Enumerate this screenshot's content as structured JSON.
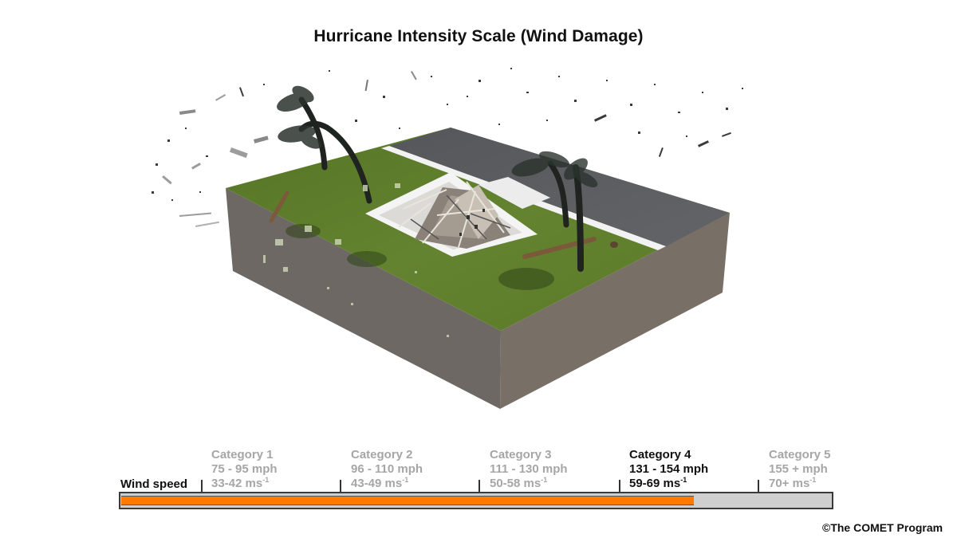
{
  "title": "Hurricane Intensity Scale (Wind Damage)",
  "scene": {
    "description": "3D block of land with grass lot, sidewalk, road, destroyed house, bent palm trees and flying debris",
    "colors": {
      "grass": "#5f7d2a",
      "grass_dark": "#4d6a22",
      "road": "#5a5c60",
      "sidewalk": "#f0f0f0",
      "soil_left": "#6e6965",
      "soil_right": "#7a7168",
      "trunk": "#1f2420",
      "fronds": "#2b332e",
      "log": "#7a5a3a"
    }
  },
  "scale": {
    "wind_label": "Wind speed",
    "progress_percent": 80.5,
    "accent_color": "#ff7a00",
    "track_color": "#cfcfcf",
    "categories": [
      {
        "name": "Category 1",
        "mph": "75 - 95 mph",
        "ms": "33-42 ms",
        "ms_exp": "-1",
        "active": false
      },
      {
        "name": "Category 2",
        "mph": "96 - 110 mph",
        "ms": "43-49 ms",
        "ms_exp": "-1",
        "active": false
      },
      {
        "name": "Category 3",
        "mph": "111 - 130 mph",
        "ms": "50-58 ms",
        "ms_exp": "-1",
        "active": false
      },
      {
        "name": "Category 4",
        "mph": "131 - 154 mph",
        "ms": "59-69 ms",
        "ms_exp": "-1",
        "active": true
      },
      {
        "name": "Category 5",
        "mph": "155 + mph",
        "ms": "70+ ms",
        "ms_exp": "-1",
        "active": false
      }
    ]
  },
  "copyright": "©The COMET Program"
}
